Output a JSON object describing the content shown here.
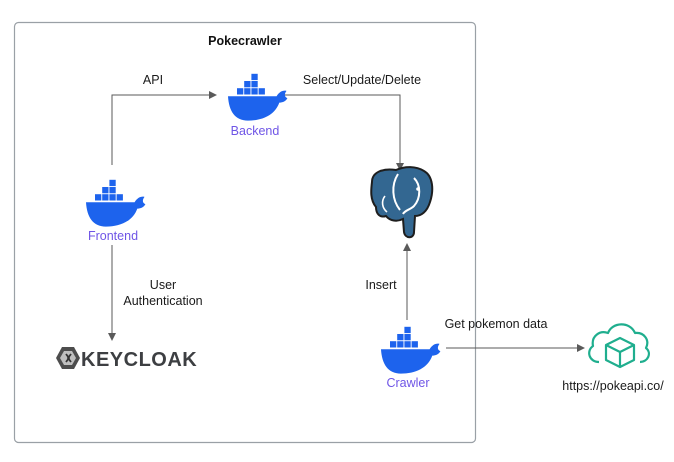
{
  "diagram": {
    "title": "Pokecrawler",
    "nodes": {
      "backend": {
        "label": "Backend",
        "icon": "docker-whale-icon"
      },
      "frontend": {
        "label": "Frontend",
        "icon": "docker-whale-icon"
      },
      "crawler": {
        "label": "Crawler",
        "icon": "docker-whale-icon"
      },
      "database": {
        "label": "",
        "icon": "postgresql-elephant-icon"
      },
      "keycloak": {
        "label": "KEYCLOAK",
        "icon": "keycloak-logo-icon"
      },
      "pokeapi": {
        "label": "https://pokeapi.co/",
        "icon": "cloud-package-icon"
      }
    },
    "edges": {
      "api": "API",
      "db_ops": "Select/Update/Delete",
      "user_auth_line1": "User",
      "user_auth_line2": "Authentication",
      "insert": "Insert",
      "get_data": "Get pokemon data"
    },
    "colors": {
      "docker_blue": "#1d63ed",
      "service_label": "#6f55e6",
      "postgres_blue": "#336791",
      "pokeapi_green": "#1fae8e",
      "connector": "#5a5a5a",
      "boundary": "#9aa0a6"
    }
  }
}
